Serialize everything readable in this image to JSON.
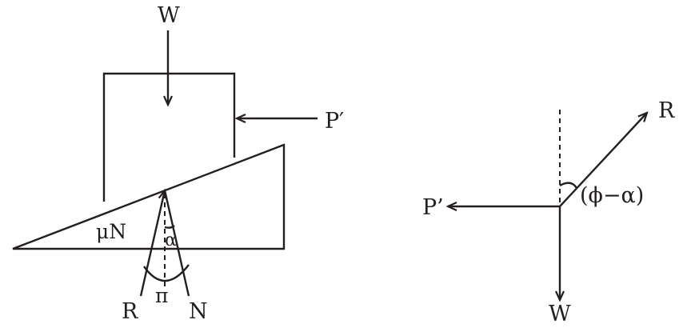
{
  "left_diagram": {
    "labels": {
      "weight": "W",
      "push_force": "P′",
      "friction": "μN",
      "angle": "α",
      "pi": "π",
      "resultant": "R",
      "normal": "N"
    }
  },
  "right_diagram": {
    "labels": {
      "resultant": "R",
      "push_force": "P’",
      "angle": "(ϕ−α)",
      "weight": "W"
    }
  }
}
